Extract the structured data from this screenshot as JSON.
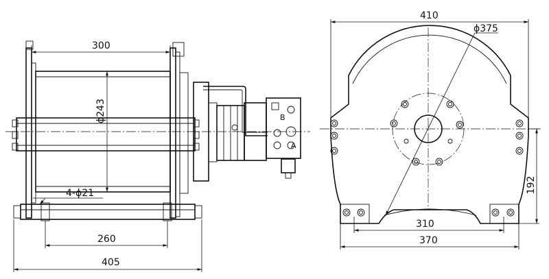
{
  "side_view": {
    "dim_drum_length": "300",
    "dim_drum_diameter": "ϕ243",
    "dim_bolt_holes": "4-ϕ21",
    "dim_hole_spacing": "260",
    "dim_overall_width": "405",
    "port_b": "B",
    "port_a": "A"
  },
  "front_view": {
    "dim_overall_width": "410",
    "dim_flange_diameter": "ϕ375",
    "dim_hole_spacing": "310",
    "dim_base_width": "370",
    "dim_axis_height": "192"
  }
}
